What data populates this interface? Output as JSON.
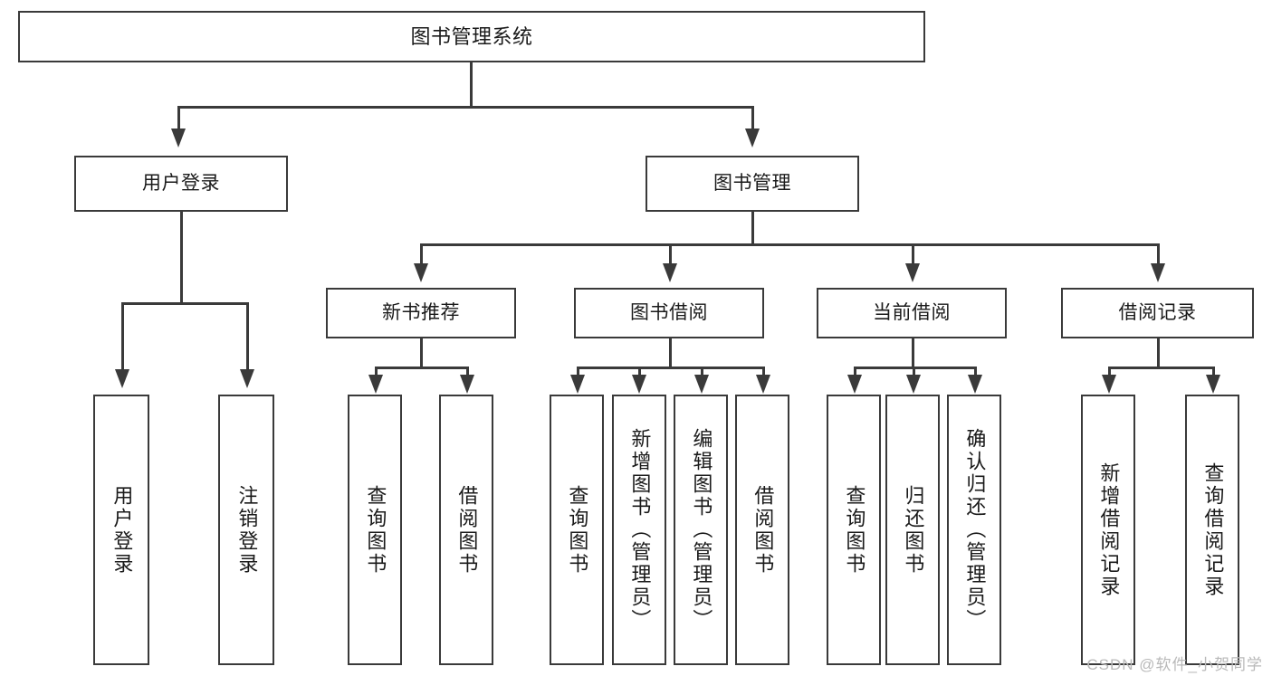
{
  "diagram": {
    "title": "图书管理系统",
    "type": "tree-hierarchy-chart",
    "root": {
      "label": "图书管理系统"
    },
    "level2": [
      {
        "label": "用户登录"
      },
      {
        "label": "图书管理"
      }
    ],
    "level3": [
      {
        "label": "新书推荐"
      },
      {
        "label": "图书借阅"
      },
      {
        "label": "当前借阅"
      },
      {
        "label": "借阅记录"
      }
    ],
    "leaves": {
      "user_login": [
        {
          "label": "用户登录"
        },
        {
          "label": "注销登录"
        }
      ],
      "new_book_recommend": [
        {
          "label": "查询图书"
        },
        {
          "label": "借阅图书"
        }
      ],
      "book_borrow": [
        {
          "label": "查询图书"
        },
        {
          "label": "新增图书（管理员）"
        },
        {
          "label": "编辑图书（管理员）"
        },
        {
          "label": "借阅图书"
        }
      ],
      "current_borrow": [
        {
          "label": "查询图书"
        },
        {
          "label": "归还图书"
        },
        {
          "label": "确认归还（管理员）"
        }
      ],
      "borrow_record": [
        {
          "label": "新增借阅记录"
        },
        {
          "label": "查询借阅记录"
        }
      ]
    }
  },
  "watermark": {
    "text": "CSDN @软件_小贺同学"
  },
  "colors": {
    "stroke": "#3a3a3a",
    "background": "#ffffff",
    "text": "#1a1a1a",
    "watermark": "#b9b9b9"
  }
}
